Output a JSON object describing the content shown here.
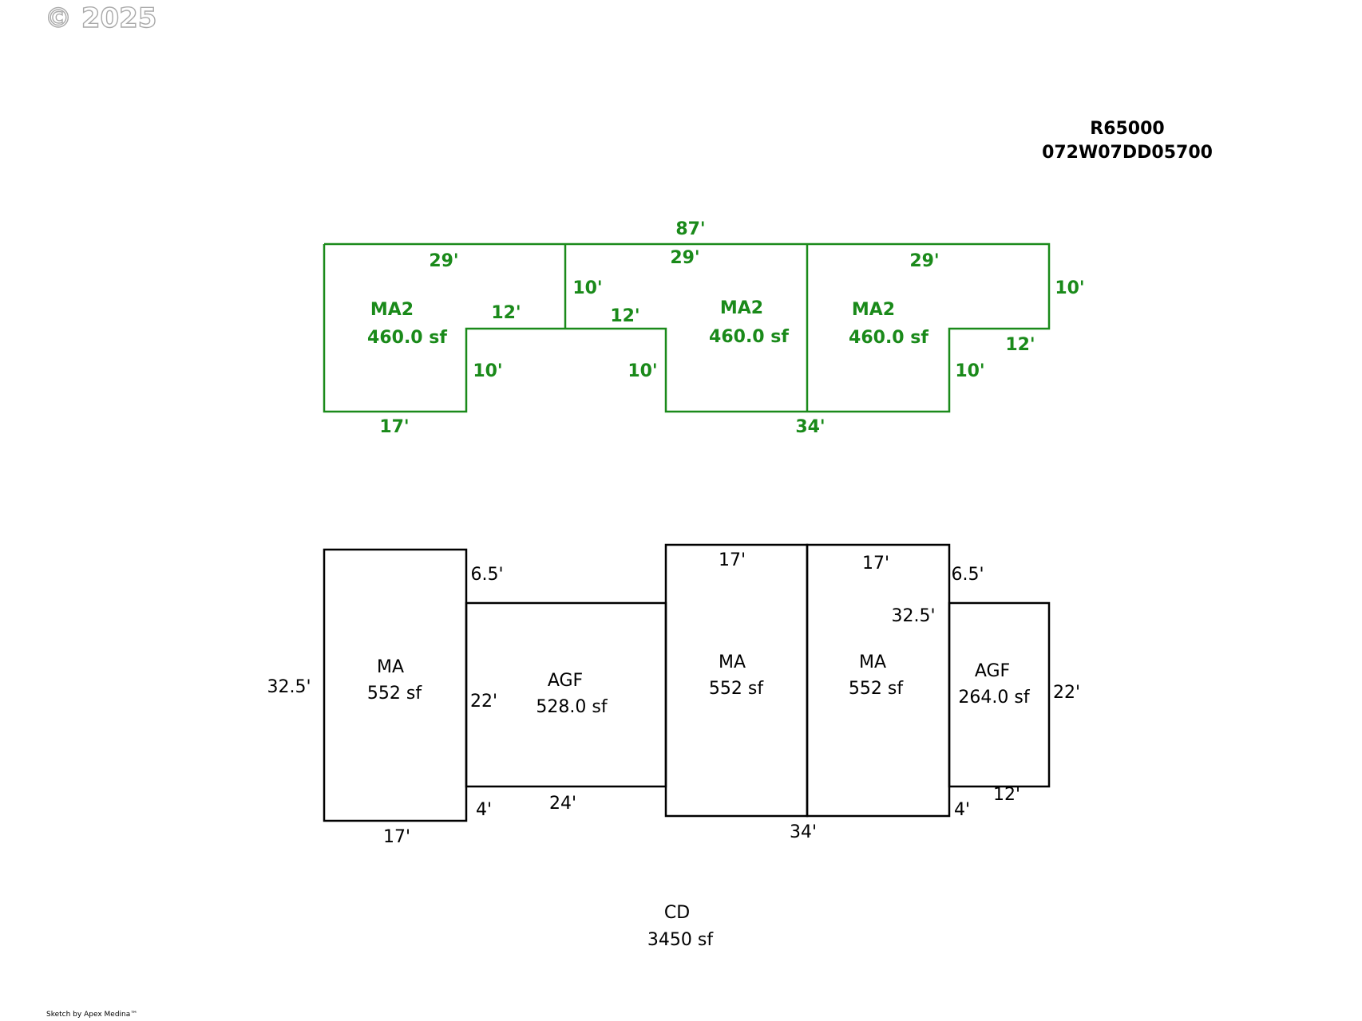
{
  "watermark": "© 2025",
  "property": {
    "account": "R65000",
    "map_lot": "072W07DD05700"
  },
  "colors": {
    "upper_floor": "#1a8a1a",
    "main_floor": "#000000",
    "ids": "#000000",
    "watermark": "#a9a9a9"
  },
  "upper_floor": {
    "total_label": "87'",
    "sections": [
      {
        "code": "MA2",
        "area": "460.0 sf",
        "dims": {
          "top": "29'",
          "left_side": "12'",
          "notch": "10'",
          "bottom": "17'",
          "right_side": "10'"
        }
      },
      {
        "code": "MA2",
        "area": "460.0 sf",
        "dims": {
          "top": "29'",
          "notch_top": "12'",
          "notch": "10'",
          "bottom": "34'"
        }
      },
      {
        "code": "MA2",
        "area": "460.0 sf",
        "dims": {
          "top": "29'",
          "right_side": "10'",
          "notch_top": "12'",
          "notch": "10'"
        }
      }
    ]
  },
  "main_floor": {
    "sections": [
      {
        "code": "MA",
        "area": "552 sf",
        "dims": {
          "side": "32.5'",
          "bottom": "17'"
        }
      },
      {
        "code": "AGF",
        "area": "528.0 sf",
        "dims": {
          "offset_top": "6.5'",
          "side": "22'",
          "offset_bottom": "4'",
          "bottom": "24'"
        }
      },
      {
        "code": "MA",
        "area": "552 sf",
        "dims": {
          "top": "17'"
        }
      },
      {
        "code": "MA",
        "area": "552 sf",
        "dims": {
          "top": "17'",
          "side": "32.5'",
          "bottom": "34'"
        }
      },
      {
        "code": "AGF",
        "area": "264.0 sf",
        "dims": {
          "offset_top": "6.5'",
          "side": "22'",
          "offset_bottom": "4'",
          "bottom": "12'"
        }
      }
    ]
  },
  "summary": {
    "code": "CD",
    "area": "3450 sf"
  },
  "footer": "Sketch by Apex Medina™"
}
